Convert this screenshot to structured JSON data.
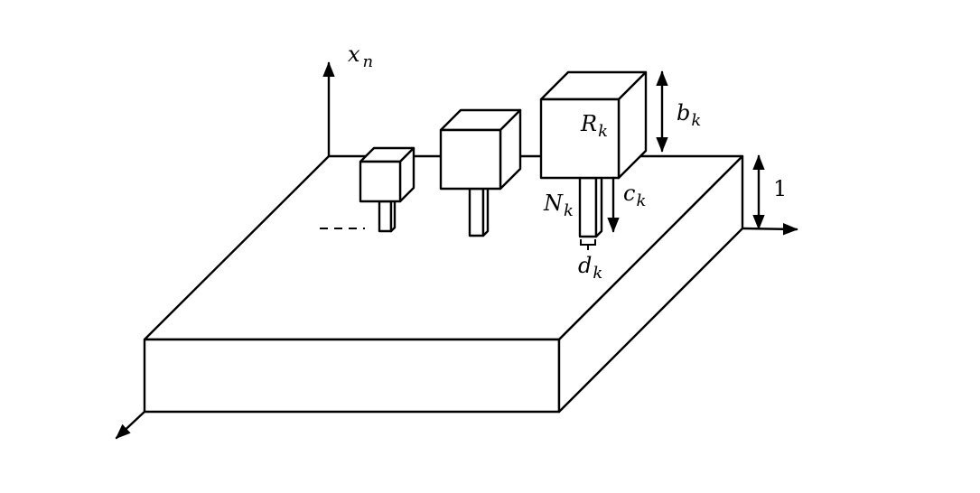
{
  "labels": {
    "xn": {
      "main": "x",
      "sub": "n"
    },
    "rk": {
      "main": "R",
      "sub": "k"
    },
    "bk": {
      "main": "b",
      "sub": "k"
    },
    "nk": {
      "main": "N",
      "sub": "k"
    },
    "ck": {
      "main": "c",
      "sub": "k"
    },
    "dk": {
      "main": "d",
      "sub": "k"
    },
    "one": "1"
  },
  "colors": {
    "stroke": "#000000",
    "background": "#ffffff"
  }
}
